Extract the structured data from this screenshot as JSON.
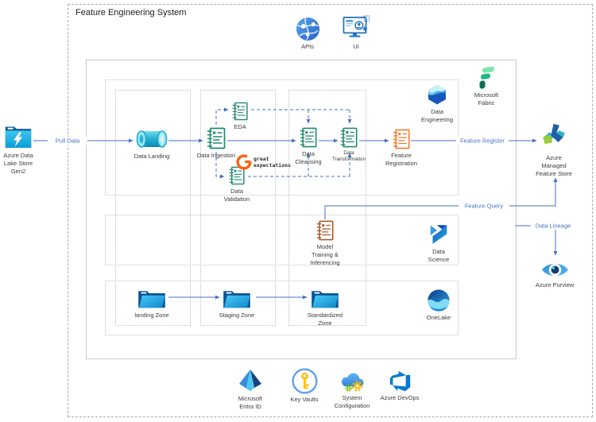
{
  "title": "Feature Engineering System",
  "top_services": {
    "apis": "APIs",
    "ui": "UI"
  },
  "external": {
    "data_lake": "Azure Data\nLake Store\nGen2",
    "feature_store": "Azure\nManaged\nFeature Store",
    "purview": "Azure Purview"
  },
  "flow_labels": {
    "pull_data": "Pull Data",
    "feature_register": "Feature Register",
    "feature_query": "Feature Query",
    "data_lineage": "Data Lineage"
  },
  "pipeline": {
    "data_landing": "Data Landing",
    "data_ingestion": "Data Ingestion",
    "eda": "EDA",
    "data_validation": "Data\nValidation",
    "great_expectations": "great\nexpectations",
    "data_cleansing": "Data\nCleansing",
    "data_transformation": "Data\nTransformation",
    "feature_registration": "Feature\nRegistration",
    "model_training": "Model\nTraining &\nInferencing"
  },
  "fabric_services": {
    "data_engineering": "Data\nEngineering",
    "microsoft_fabric": "Microsoft\nFabric",
    "data_science": "Data\nScience",
    "onelake": "OneLake"
  },
  "zones": {
    "landing": "landing Zone",
    "staging": "Staging Zone",
    "standardized": "Standardized\nZone"
  },
  "platform_services": {
    "entra": "Microsoft\nEntra ID",
    "key_vault": "Key Vaults",
    "system_configuration": "System\nConfiguration",
    "devops": "Azure DevOps"
  },
  "colors": {
    "connector": "#4472C4",
    "notebook_green": "#1E8A70",
    "notebook_orange": "#ED7D31",
    "notebook_brown": "#A85B28",
    "gx_orange": "#FF6310"
  }
}
